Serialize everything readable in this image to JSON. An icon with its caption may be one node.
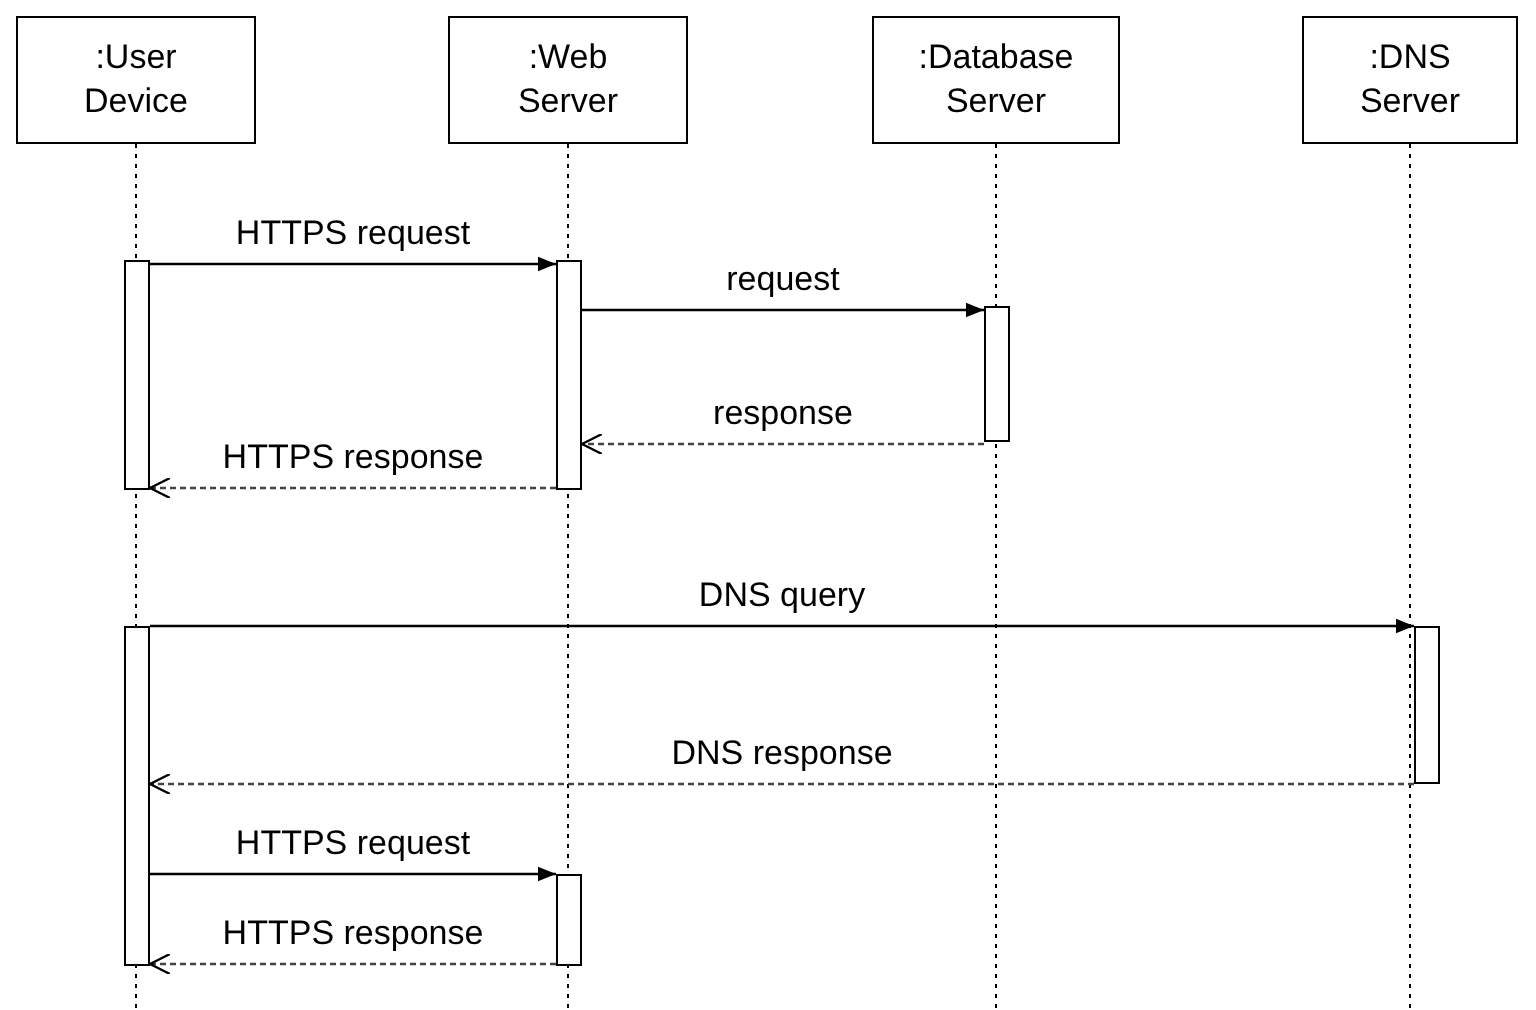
{
  "diagram": {
    "nodes": [
      {
        "text": [
          ":User Device"
        ]
      },
      {
        "text": [
          ":Web Server"
        ]
      },
      {
        "text": [
          ":Database Server"
        ]
      },
      {
        "text": [
          ":DNS Server"
        ]
      },
      {
        "text": [],
        "shape": "bar"
      },
      {
        "text": [],
        "shape": "bar"
      },
      {
        "text": [],
        "shape": "bar"
      },
      {
        "text": [],
        "shape": "bar"
      },
      {
        "text": [],
        "shape": "bar"
      },
      {
        "text": [],
        "shape": "bar"
      }
    ],
    "edges": [
      {
        "from": 4,
        "to": 5,
        "arrow": "to",
        "label": "HTTPS request"
      },
      {
        "from": 5,
        "to": 6,
        "arrow": "to",
        "label": "request"
      },
      {
        "from": 6,
        "to": 5,
        "arrow": "to",
        "label": "response",
        "style": "dashed"
      },
      {
        "from": 5,
        "to": 4,
        "arrow": "to",
        "label": "HTTPS response",
        "style": "dashed"
      },
      {
        "from": 7,
        "to": 8,
        "arrow": "to",
        "label": "DNS query"
      },
      {
        "from": 8,
        "to": 7,
        "arrow": "to",
        "label": "DNS response",
        "style": "dashed"
      },
      {
        "from": 7,
        "to": 9,
        "arrow": "to",
        "label": "HTTPS request"
      },
      {
        "from": 9,
        "to": 7,
        "arrow": "to",
        "label": "HTTPS response",
        "style": "dashed"
      }
    ]
  }
}
